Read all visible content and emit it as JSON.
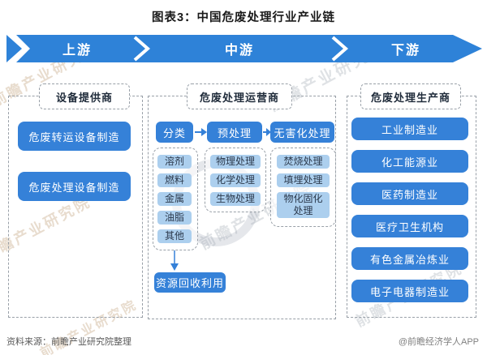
{
  "title": "图表3：中国危废处理行业产业链",
  "banner": {
    "upstream": "上游",
    "midstream": "中游",
    "downstream": "下游"
  },
  "upstream_column": {
    "header": "设备提供商",
    "boxes": [
      "危废转运设备制造",
      "危废处理设备制造"
    ]
  },
  "midstream_column": {
    "header": "危废处理运营商",
    "stages": [
      {
        "label": "分类",
        "items": [
          "溶剂",
          "燃料",
          "金属",
          "油脂",
          "其他"
        ]
      },
      {
        "label": "预处理",
        "items": [
          "物理处理",
          "化学处理",
          "生物处理"
        ]
      },
      {
        "label": "无害化处理",
        "items": [
          "焚烧处理",
          "填埋处理",
          "物化固化处理"
        ]
      }
    ],
    "recycle_box": "资源回收利用"
  },
  "downstream_column": {
    "header": "危废处理生产商",
    "boxes": [
      "工业制造业",
      "化工能源业",
      "医药制造业",
      "医疗卫生机构",
      "有色金属冶炼业",
      "电子电器制造业"
    ]
  },
  "footer": {
    "source": "资料来源：前瞻产业研究院整理",
    "brand": "@前瞻经济学人APP"
  },
  "watermark": {
    "text": "前瞻产业研究院"
  },
  "colors": {
    "banner_blue": "#2e82d8",
    "box_blue": "#3581d8",
    "light_blue": "#accfee",
    "dash_gray": "#99a0a8",
    "text_dark": "#1f2b3a"
  }
}
